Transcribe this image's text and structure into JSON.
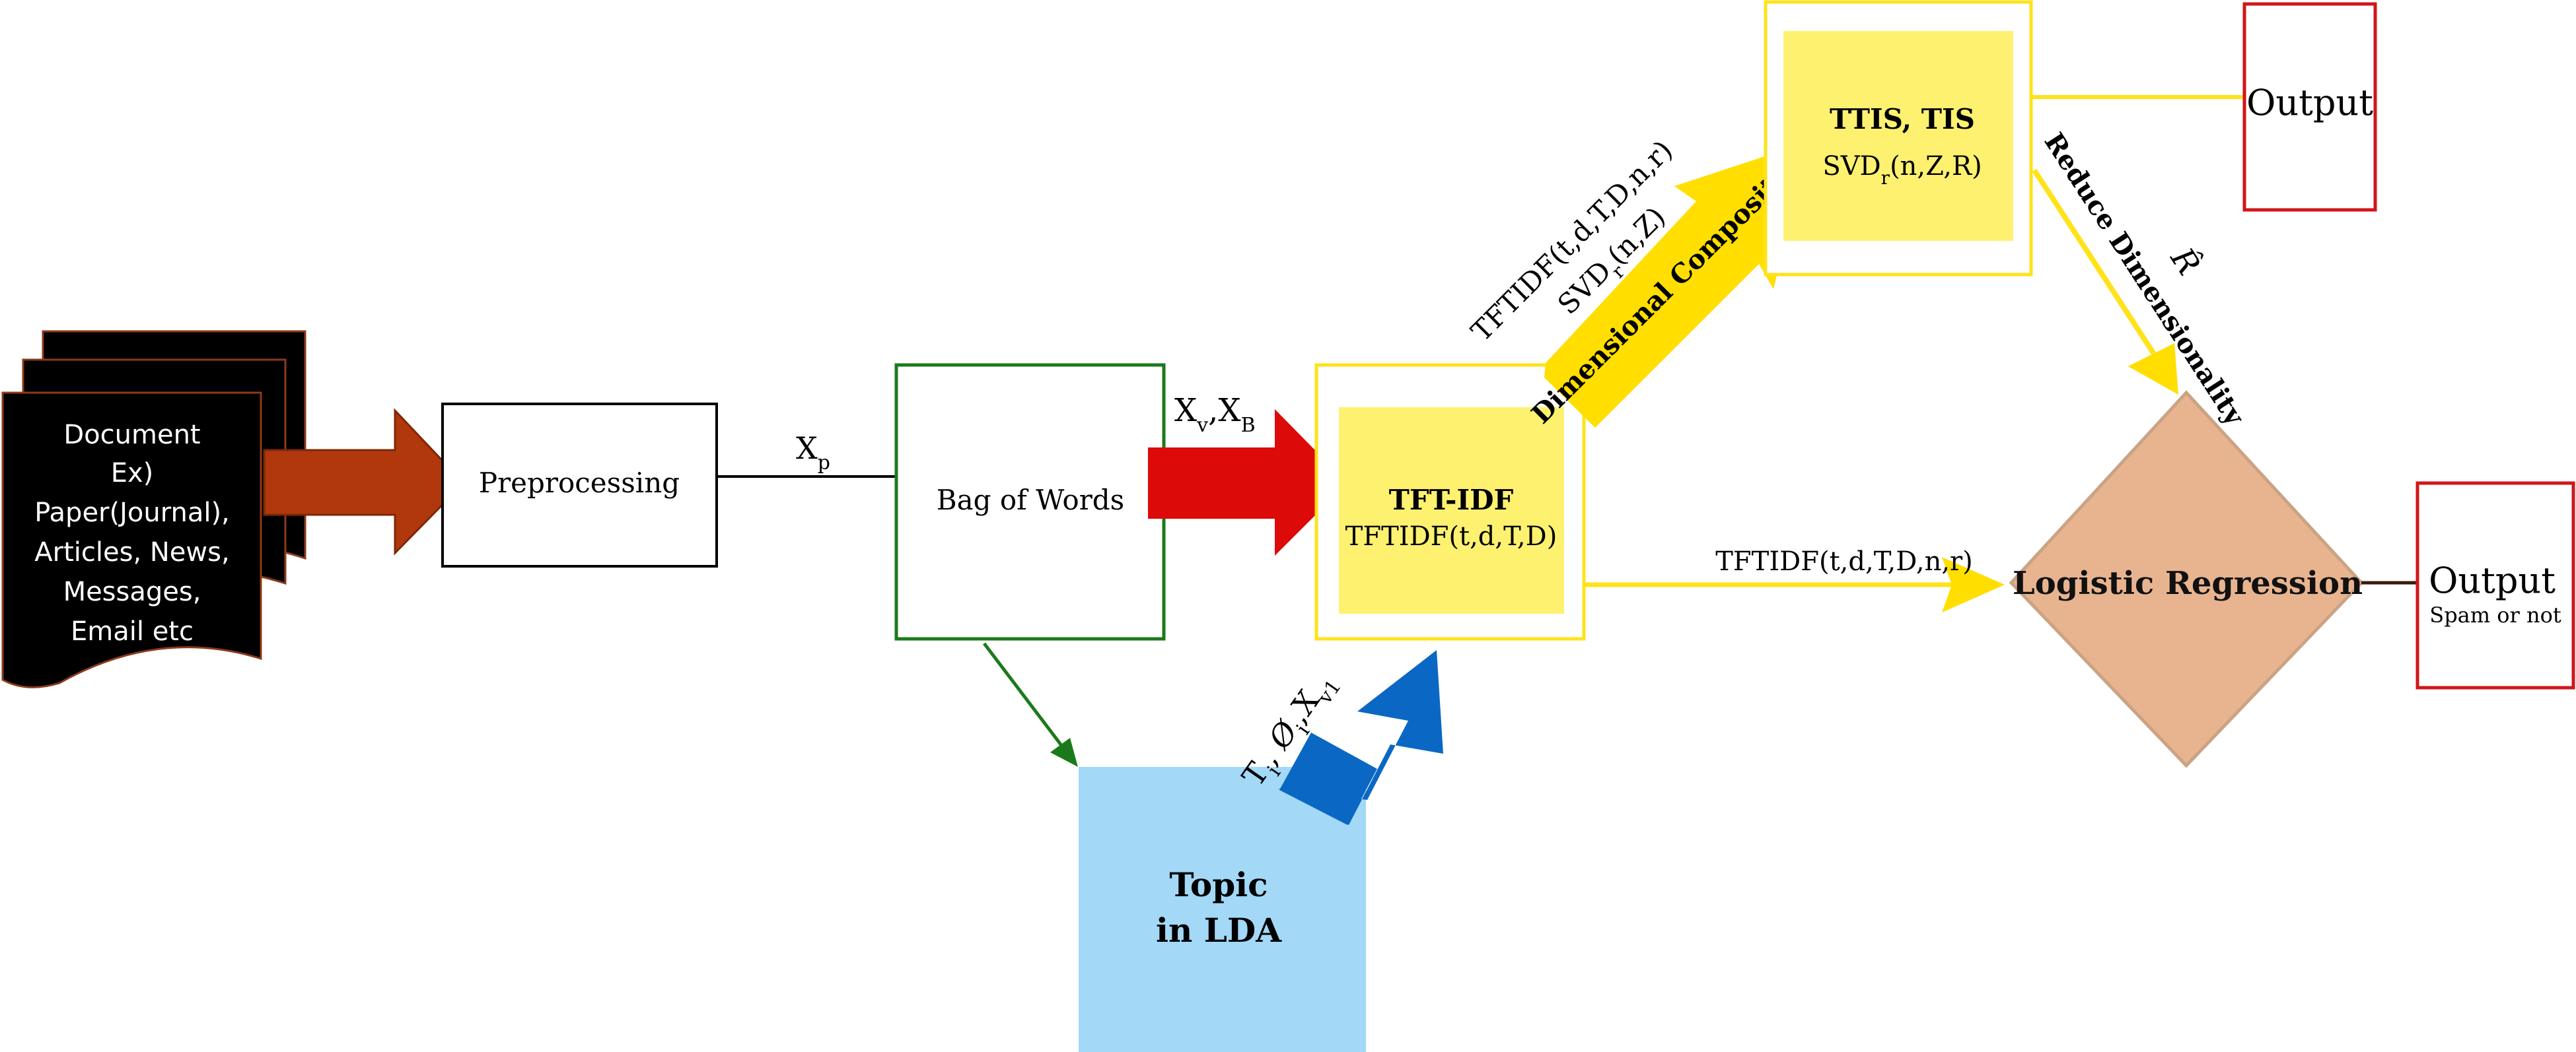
{
  "document": {
    "lines": [
      "Document",
      "Ex)",
      "Paper(Journal),",
      "Articles, News,",
      "Messages,",
      "Email etc"
    ]
  },
  "preprocessing": {
    "label": "Preprocessing"
  },
  "edge_xp": {
    "main": "X",
    "sub": "p"
  },
  "bag_of_words": {
    "label": "Bag of Words"
  },
  "edge_xv_xb": {
    "x1": "X",
    "s1": "v",
    "comma": ",",
    "x2": "X",
    "s2": "B"
  },
  "tftidf_box": {
    "title": "TFT-IDF",
    "formula": "TFTIDF(t,d,T,D)"
  },
  "lda_box": {
    "line1": "Topic",
    "line2": "in LDA"
  },
  "lda_edge_label": {
    "t": "T",
    "t_sub": "i",
    "sep1": ", ",
    "phi": "Ø",
    "phi_sub": "i",
    "sep2": ",",
    "x": "X",
    "x_sub": "v1"
  },
  "ttis_box": {
    "title": "TTIS, TIS",
    "formula_main": "SVD",
    "formula_sub": "r",
    "formula_args": "(n,Z,R)"
  },
  "dim_comp": {
    "arrow_label": "Dimensional Composition",
    "line1": "TFTIDF(t,d,T,D,n,r)",
    "line2_main": "SVD",
    "line2_sub": "r",
    "line2_args": "(n,Z)"
  },
  "reduce_dim": {
    "label": "Reduce Dimensionality",
    "r_hat": "R̂"
  },
  "to_lr_edge_label": "TFTIDF(t,d,T,D,n,r)",
  "logistic_regression": {
    "label": "Logistic Regression"
  },
  "output_top": {
    "label": "Output"
  },
  "output_right": {
    "label": "Output",
    "sub": "Spam or not"
  },
  "colors": {
    "doc_fill": "#000000",
    "doc_stroke": "#8b3a1a",
    "arrow_brown": "#b0380c",
    "arrow_red": "#dd0a0a",
    "arrow_blue": "#0a68c4",
    "yellow_arrow": "#ffde00",
    "yellow_line": "#ffe21a",
    "yellow_fill": "#fff170",
    "green": "#1a7a1a",
    "lda_fill": "#a3d8f7",
    "diamond_fill": "#e8b48f",
    "diamond_stroke": "#caa385",
    "output_stroke": "#d0161a"
  }
}
